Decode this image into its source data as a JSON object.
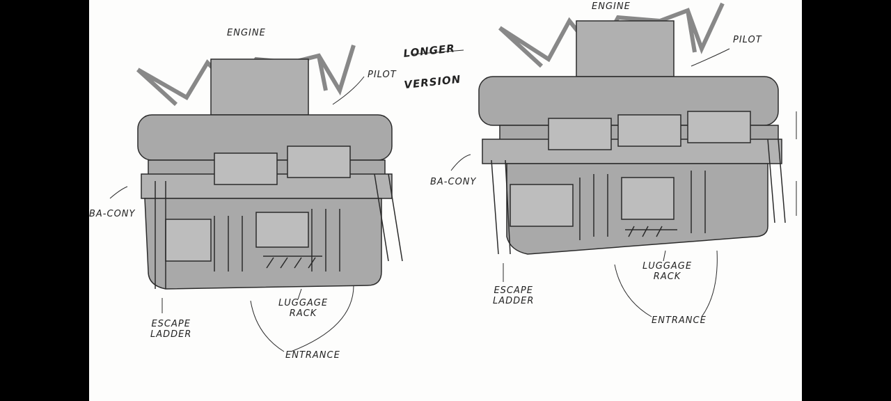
{
  "title": {
    "line1": "LONGER",
    "line2": "VERSION"
  },
  "left_vehicle": {
    "engine": "ENGINE",
    "pilot": "PILOT",
    "balcony": "BA-CONY",
    "escape_ladder": "ESCAPE\nLADDER",
    "luggage_rack": "LUGGAGE\nRACK",
    "entrance": "ENTRANCE"
  },
  "right_vehicle": {
    "engine": "ENGINE",
    "pilot": "PILOT",
    "balcony": "BA-CONY",
    "escape_ladder": "ESCAPE\nLADDER",
    "luggage_rack": "LUGGAGE\nRACK",
    "entrance": "ENTRANCE"
  },
  "colors": {
    "body": "#a9a9a9",
    "ink": "#2a2a2a",
    "paper": "#fdfdfc"
  }
}
